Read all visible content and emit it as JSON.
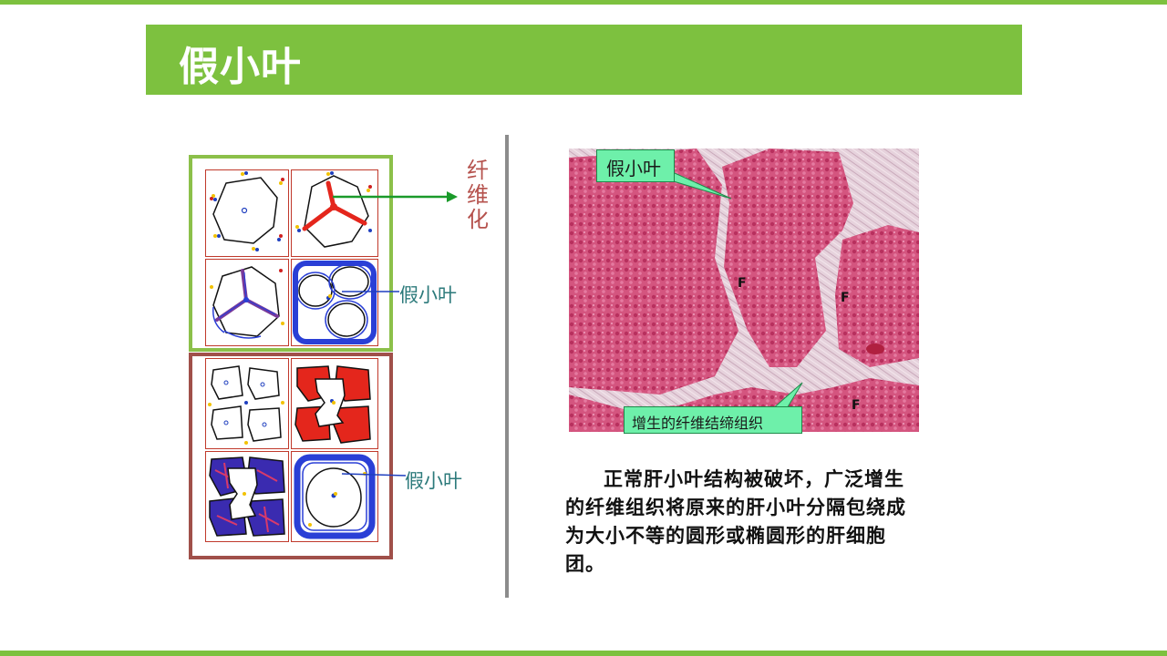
{
  "header": {
    "title": "假小叶"
  },
  "diagram": {
    "fibrosis_label": "纤维化",
    "pseudo_label_1": "假小叶",
    "pseudo_label_2": "假小叶"
  },
  "micrograph": {
    "callout_top": "假小叶",
    "callout_bottom": "增生的纤维结缔组织",
    "marker": "F"
  },
  "description": "正常肝小叶结构被破坏，广泛增生的纤维组织将原来的肝小叶分隔包绕成为大小不等的圆形或椭圆形的肝细胞团。",
  "colors": {
    "accent_green": "#7dc13f",
    "frame_green": "#8cc04a",
    "frame_brown": "#a0504a",
    "tissue_pink": "#d85a8a",
    "callout_green": "#6ef0aa"
  }
}
